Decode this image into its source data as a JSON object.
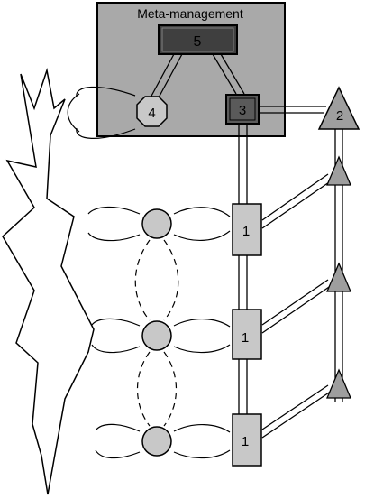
{
  "title": "Meta-management",
  "node_labels": {
    "n5": "5",
    "n4": "4",
    "n3": "3",
    "n2": "2",
    "n1_top": "1",
    "n1_mid": "1",
    "n1_bot": "1"
  },
  "colors": {
    "meta_box_fill": "#a9a9a9",
    "node5_fill": "#3f3f3f",
    "node3_fill": "#5a5a5a",
    "node_fill": "#c8c8c8",
    "stroke": "#000000",
    "background": "#ffffff"
  }
}
